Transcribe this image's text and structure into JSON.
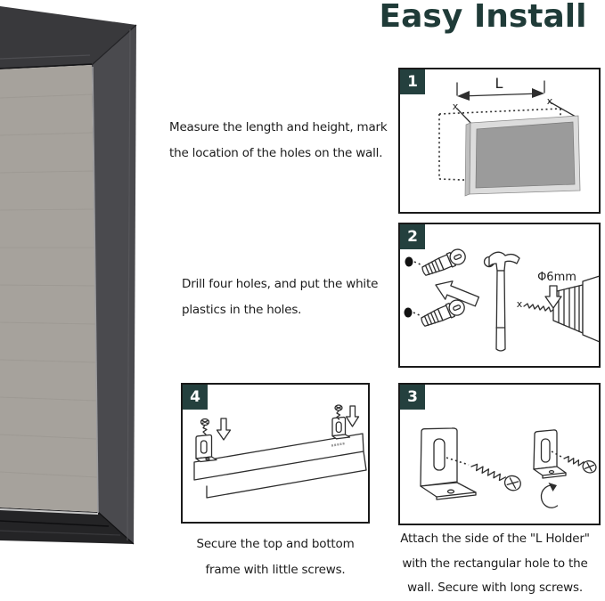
{
  "title": "Easy Install",
  "colors": {
    "accent_teal": "#1f3b38",
    "badge_background": "#24403e",
    "panel_border": "#1a1a1a",
    "text_ink": "#1c1c1c",
    "photo_frame_dark": "#2c2c2e",
    "photo_frame_side": "#4a4a4e",
    "photo_fabric_gray": "#a6a29c",
    "diagram_board_frame": "#dcdcdc",
    "diagram_board_center": "#9b9b9b"
  },
  "photo": {
    "name": "black-frame-gray-fabric-board-closeup"
  },
  "steps": [
    {
      "num": "1",
      "text_lines": [
        "Measure the length and height, mark",
        "the location of the holes on the wall."
      ],
      "labels": {
        "dimension": "L",
        "corner_marks": "x"
      },
      "diagram_elements": [
        "dimension-arrow",
        "dashed-wall-outline",
        "mounted-board"
      ]
    },
    {
      "num": "2",
      "text_lines": [
        "Drill four holes, and put the white",
        "plastics in the holes."
      ],
      "labels": {
        "drill_diameter": "Φ6mm",
        "drill_point_mark": "x"
      },
      "diagram_elements": [
        "wall-anchor",
        "wall-anchor",
        "direction-arrow",
        "hammer",
        "drill-bit",
        "drill-chuck",
        "down-arrow"
      ]
    },
    {
      "num": "3",
      "text_lines": [
        "Attach the side of the \"L Holder\"",
        "with the rectangular hole to the",
        "wall. Secure with long screws."
      ],
      "diagram_elements": [
        "l-holder-large",
        "long-screw",
        "l-holder-small",
        "long-screw",
        "rotate-arrow"
      ]
    },
    {
      "num": "4",
      "text_lines": [
        "Secure the top and bottom",
        "frame with little screws."
      ],
      "diagram_elements": [
        "frame-top-rail",
        "l-holder",
        "little-screw",
        "down-arrow",
        "l-holder",
        "little-screw",
        "down-arrow"
      ]
    }
  ]
}
